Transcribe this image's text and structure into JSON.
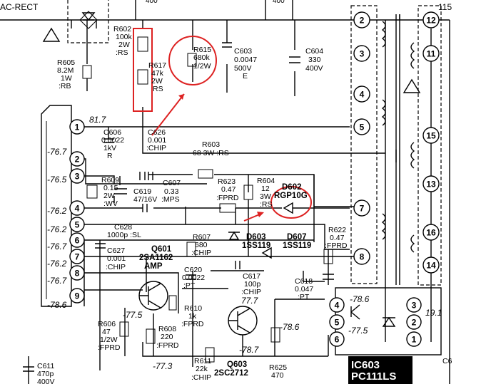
{
  "labels": {
    "ac_rect": "AC-RECT",
    "v115": "115",
    "v400a": "400",
    "v400b": "400",
    "right_partial": "C6"
  },
  "components": {
    "r602": [
      "R602",
      "100k",
      "2W",
      ":RS"
    ],
    "r617": [
      "R617",
      "47k",
      "2W",
      "RS"
    ],
    "r615": [
      "R615",
      "680k",
      "1/2W"
    ],
    "c603": [
      "C603",
      "0.0047",
      "500V",
      "E"
    ],
    "c604": [
      "C604",
      "330",
      "400V"
    ],
    "r605": [
      "R605",
      "8.2M",
      "1W",
      ":RB"
    ],
    "c606": [
      "C606",
      "0.0022",
      "1kV",
      "R"
    ],
    "c626": [
      "C626",
      "0.001",
      ":CHIP"
    ],
    "r603": [
      "R603",
      "68 3W :RS"
    ],
    "r609": [
      "R609",
      "0.15",
      "2W",
      ":WV"
    ],
    "c607": [
      "C607",
      "0.33",
      ":MPS"
    ],
    "c619": [
      "C619",
      "47/16V"
    ],
    "r623": [
      "R623",
      "0.47",
      ":FPRD"
    ],
    "r604": [
      "R604",
      "12",
      "3W",
      ":RS"
    ],
    "d602": [
      "D602",
      "RGP10G"
    ],
    "c628": [
      "C628",
      "1000p :SL"
    ],
    "r607": [
      "R607",
      "680",
      ":CHIP"
    ],
    "d603": [
      "D603",
      "1SS119"
    ],
    "d607": [
      "D607",
      "1SS119"
    ],
    "r622": [
      "R622",
      "0.47",
      ":FPRD"
    ],
    "c627": [
      "C627",
      "0.001",
      ":CHIP"
    ],
    "q601": [
      "Q601",
      "2SA1162",
      "AMP"
    ],
    "c620": [
      "C620",
      "0.0022",
      ":PT"
    ],
    "c617": [
      "C617",
      "100p",
      ":CHIP"
    ],
    "c618": [
      "C618",
      "0.047",
      ":PT"
    ],
    "r610": [
      "R610",
      "1k",
      ":FPRD"
    ],
    "r606": [
      "R606",
      "47",
      "1/2W",
      ":FPRD"
    ],
    "r608": [
      "R608",
      "220",
      ":FPRD"
    ],
    "r611": [
      "R611",
      "22k",
      ":CHIP"
    ],
    "q603": [
      "Q603",
      "2SC2712"
    ],
    "r625": [
      "R625",
      "470"
    ],
    "c611": [
      "C611",
      "470p",
      "400V"
    ],
    "ic603": [
      "IC603",
      "PC111LS"
    ]
  },
  "connector_pins": [
    "1",
    "2",
    "3",
    "4",
    "5",
    "6",
    "7",
    "8",
    "9"
  ],
  "transformer_pins_left": [
    "2",
    "3",
    "4",
    "5",
    "7",
    "8"
  ],
  "transformer_pins_right": [
    "12",
    "11",
    "15",
    "13",
    "16",
    "14"
  ],
  "ic603_pins": [
    "4",
    "5",
    "6",
    "3",
    "2",
    "1"
  ],
  "voltages": {
    "pin1": "81.7",
    "pin2": "-76.7",
    "pin3": "-76.5",
    "pin4": "-76.2",
    "pin5": "-76.2",
    "pin6": "-76.7",
    "pin7": "-76.2",
    "pin8": "-76.7",
    "pin9": "-78.6",
    "q601_base": "-77.5",
    "q601_emitter": "-77.3",
    "q603_collector": "77.7",
    "q603_emitter": "-78.7",
    "ic_node": "-78.6",
    "ic_pin4": "-78.6",
    "ic_pin5": "-77.5",
    "ic_pin2": "19.1"
  },
  "colors": {
    "ink": "#000000",
    "annotation": "#dd2222",
    "ic_label_bg": "#000000",
    "ic_label_text": "#ffffff"
  }
}
